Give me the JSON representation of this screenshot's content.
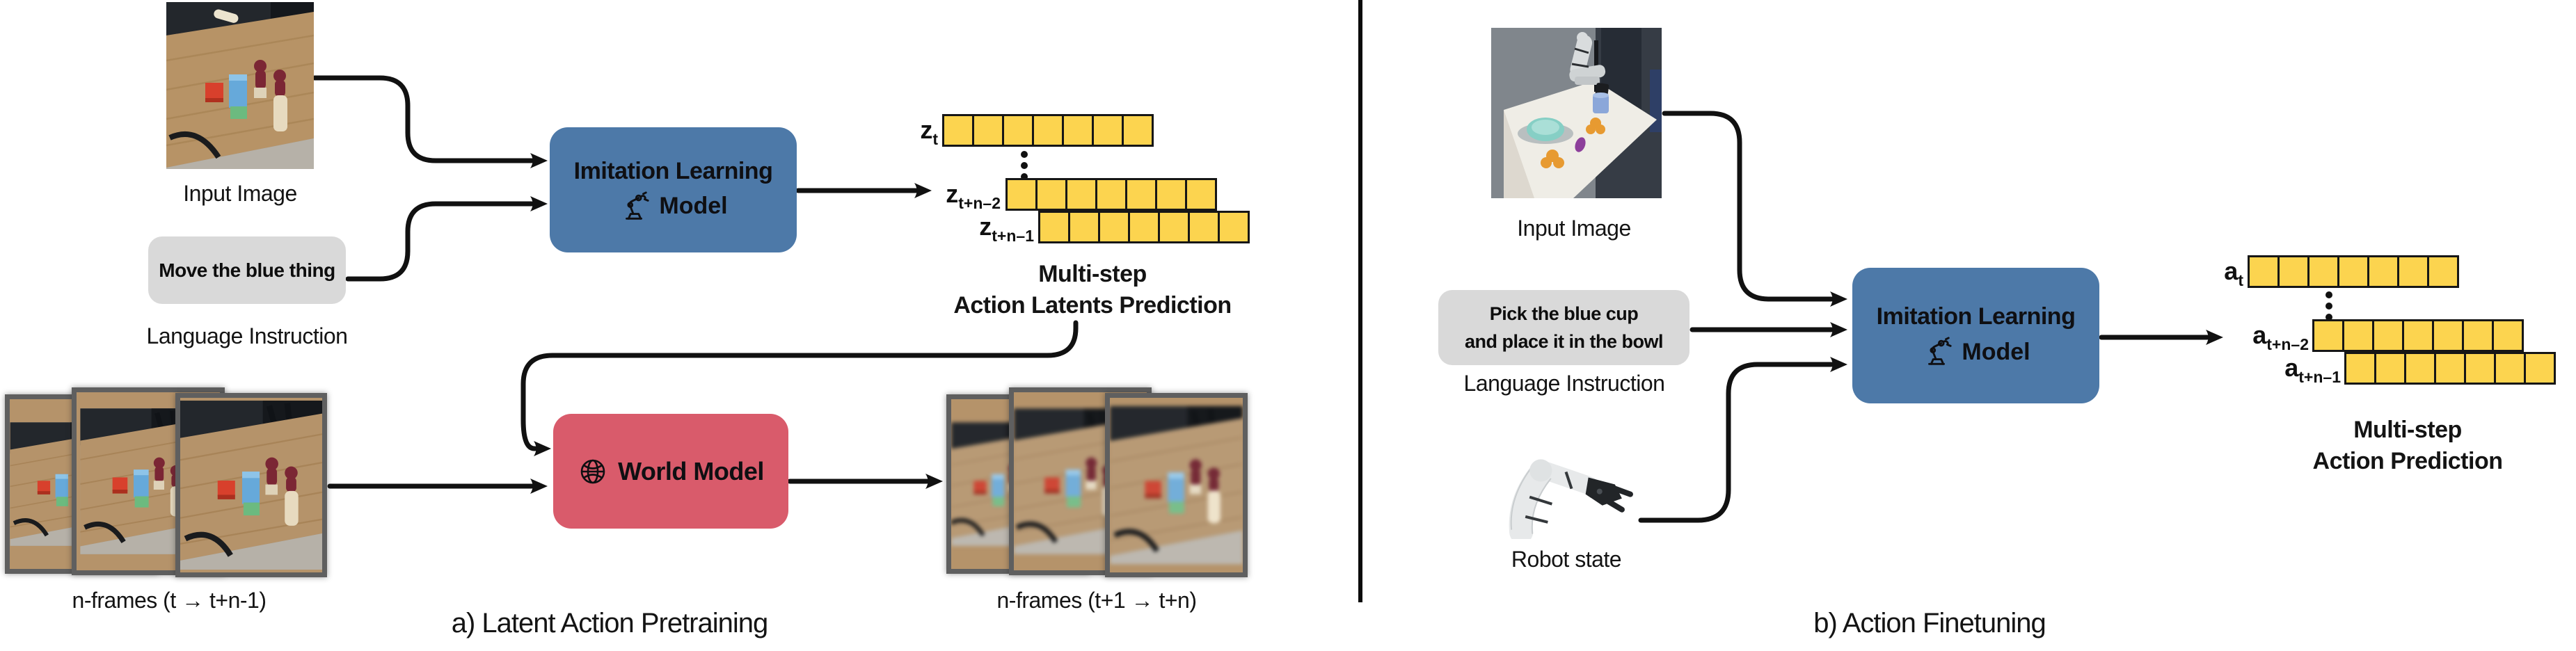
{
  "colors": {
    "model_blue": "#4d79a8",
    "world_red": "#d95b6b",
    "token_yellow": "#fcd44f",
    "instruction_gray": "#d9d9d9",
    "line_black": "#111111"
  },
  "panel_a": {
    "input_image_label": "Input Image",
    "instruction": "Move the blue thing",
    "instruction_label": "Language Instruction",
    "model": {
      "line1": "Imitation Learning",
      "line2": "Model",
      "icon": "robot-arm-icon"
    },
    "world_model": {
      "label": "World Model",
      "icon": "globe-icon"
    },
    "latents": {
      "rows": [
        {
          "label_base": "z",
          "label_sub": "t",
          "cells": 7
        },
        {
          "label_base": "z",
          "label_sub": "t+n–2",
          "cells": 7
        },
        {
          "label_base": "z",
          "label_sub": "t+n–1",
          "cells": 7
        }
      ],
      "caption_line1": "Multi-step",
      "caption_line2": "Action Latents Prediction"
    },
    "frames_in_label": "n-frames (t → t+n-1)",
    "frames_out_label": "n-frames (t+1 → t+n)",
    "caption": "a) Latent Action Pretraining"
  },
  "panel_b": {
    "input_image_label": "Input Image",
    "instruction_line1": "Pick the blue cup",
    "instruction_line2": "and place it in the bowl",
    "instruction_label": "Language Instruction",
    "robot_state_label": "Robot state",
    "model": {
      "line1": "Imitation Learning",
      "line2": "Model",
      "icon": "robot-arm-icon"
    },
    "actions": {
      "rows": [
        {
          "label_base": "a",
          "label_sub": "t",
          "cells": 7
        },
        {
          "label_base": "a",
          "label_sub": "t+n–2",
          "cells": 7
        },
        {
          "label_base": "a",
          "label_sub": "t+n–1",
          "cells": 7
        }
      ],
      "caption_line1": "Multi-step",
      "caption_line2": "Action Prediction"
    },
    "caption": "b) Action Finetuning"
  }
}
